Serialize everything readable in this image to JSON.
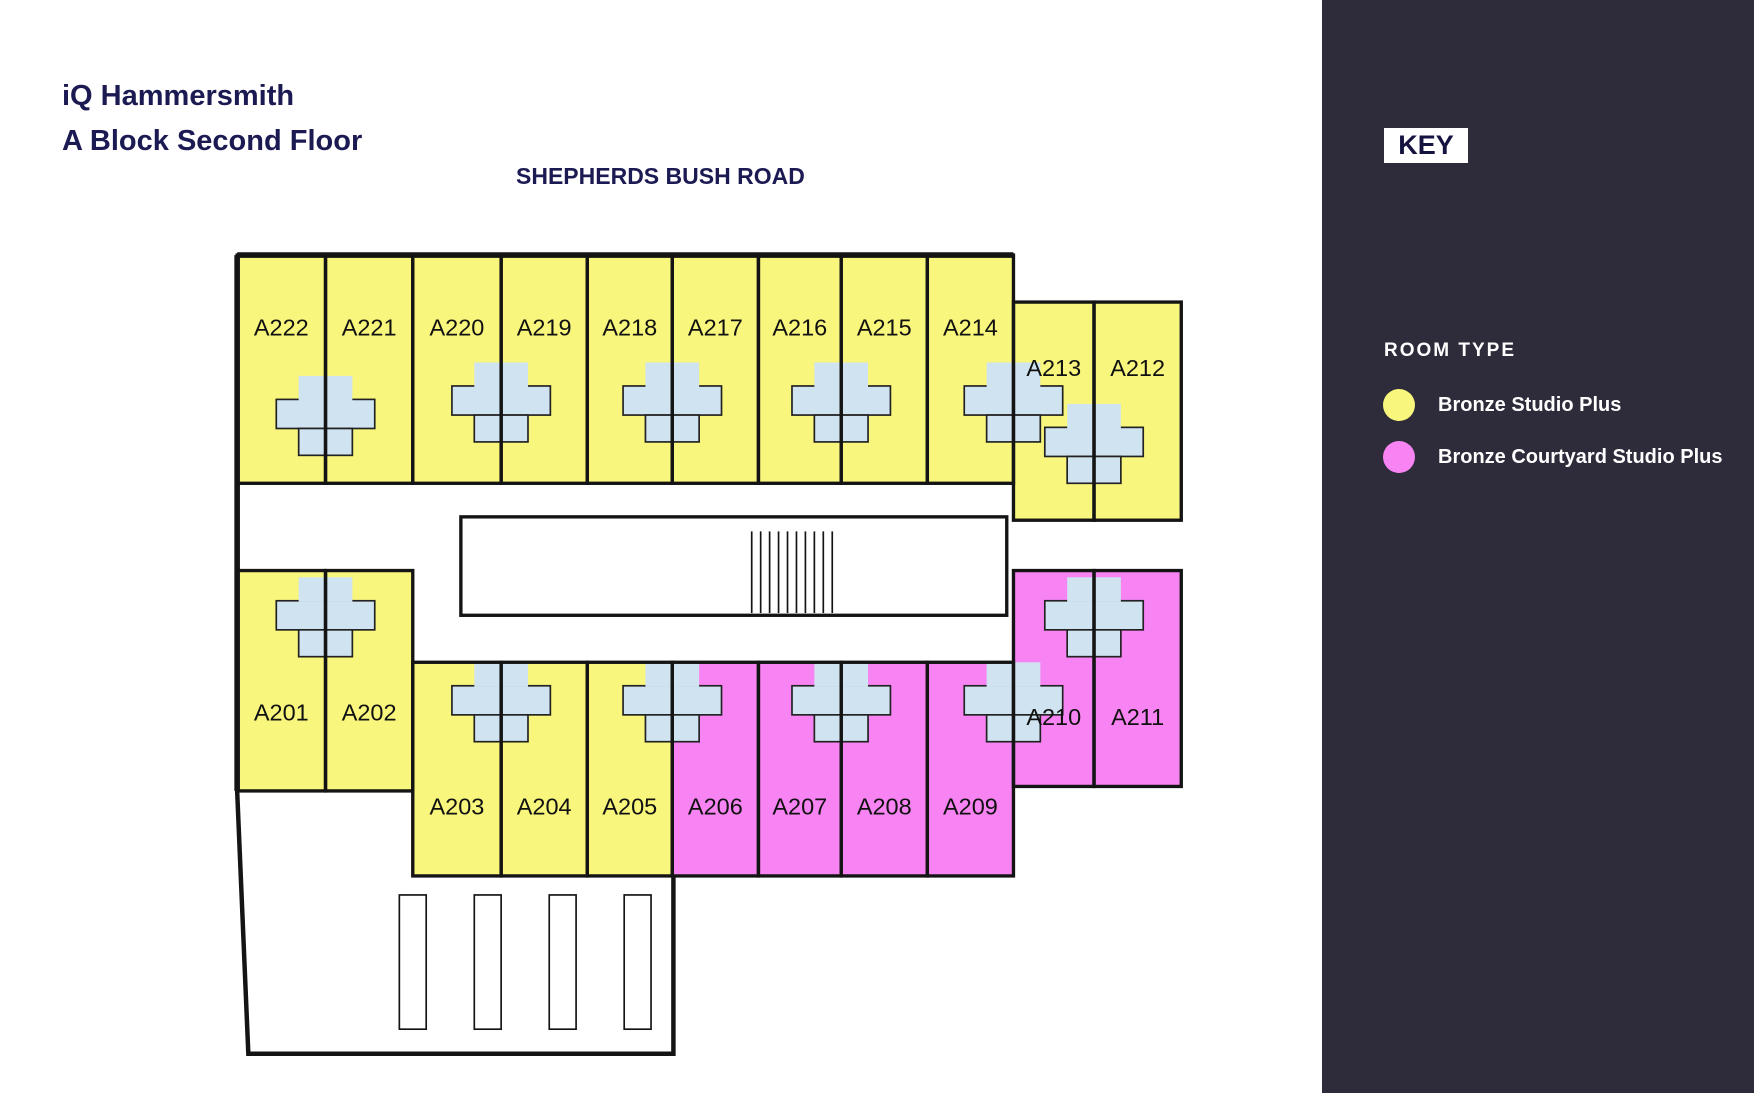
{
  "header": {
    "title": "iQ Hammersmith",
    "subtitle": "A Block Second Floor",
    "street_label": "SHEPHERDS BUSH ROAD"
  },
  "key": {
    "heading": "KEY",
    "section": "ROOM TYPE",
    "items": [
      {
        "label": "Bronze Studio Plus",
        "color": "#f8f67c"
      },
      {
        "label": "Bronze Courtyard Studio Plus",
        "color": "#f784f2"
      }
    ]
  },
  "rooms": [
    {
      "id": "A222",
      "type": 0
    },
    {
      "id": "A221",
      "type": 0
    },
    {
      "id": "A220",
      "type": 0
    },
    {
      "id": "A219",
      "type": 0
    },
    {
      "id": "A218",
      "type": 0
    },
    {
      "id": "A217",
      "type": 0
    },
    {
      "id": "A216",
      "type": 0
    },
    {
      "id": "A215",
      "type": 0
    },
    {
      "id": "A214",
      "type": 0
    },
    {
      "id": "A213",
      "type": 0
    },
    {
      "id": "A212",
      "type": 0
    },
    {
      "id": "A201",
      "type": 0
    },
    {
      "id": "A202",
      "type": 0
    },
    {
      "id": "A203",
      "type": 0
    },
    {
      "id": "A204",
      "type": 0
    },
    {
      "id": "A205",
      "type": 0
    },
    {
      "id": "A206",
      "type": 1
    },
    {
      "id": "A207",
      "type": 1
    },
    {
      "id": "A208",
      "type": 1
    },
    {
      "id": "A209",
      "type": 1
    },
    {
      "id": "A210",
      "type": 1
    },
    {
      "id": "A211",
      "type": 1
    }
  ],
  "colors": {
    "panel": "#2e2b3a",
    "title": "#1c1a52",
    "wall": "#141414",
    "fixture": "#cfe3f0"
  }
}
